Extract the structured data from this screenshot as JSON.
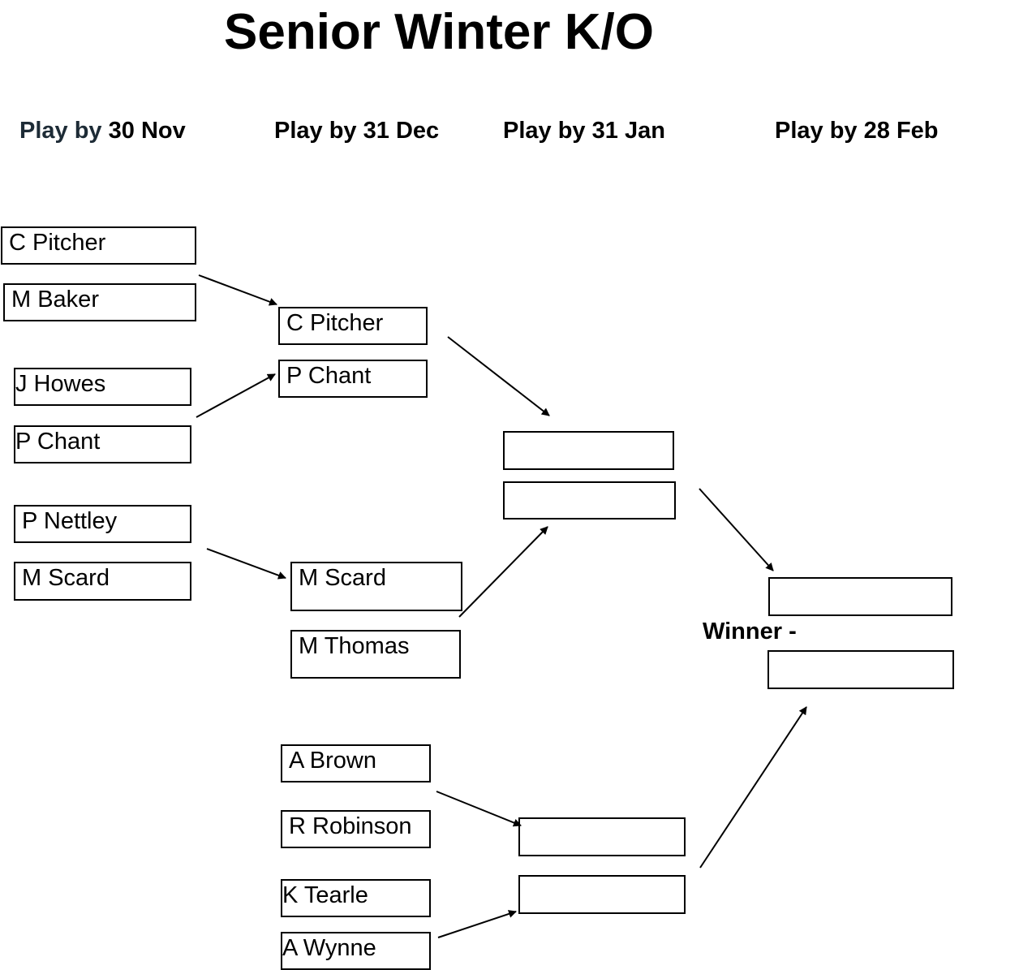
{
  "title": "Senior Winter K/O",
  "rounds": [
    {
      "prefix": "Play by ",
      "date": "30 Nov"
    },
    {
      "prefix": "Play by ",
      "date": "31 Dec"
    },
    {
      "prefix": "Play by ",
      "date": "31 Jan"
    },
    {
      "prefix": "Play by ",
      "date": "28 Feb"
    }
  ],
  "round1": [
    "C Pitcher",
    "M Baker",
    "J Howes",
    "P Chant",
    "P Nettley",
    "M Scard"
  ],
  "round2": [
    "C Pitcher",
    "P Chant",
    "M Scard",
    "M Thomas",
    "A Brown",
    "R Robinson",
    "K Tearle",
    "A Wynne"
  ],
  "round3": [
    "",
    "",
    "",
    ""
  ],
  "final": [
    "",
    ""
  ],
  "winner_label": "Winner -"
}
